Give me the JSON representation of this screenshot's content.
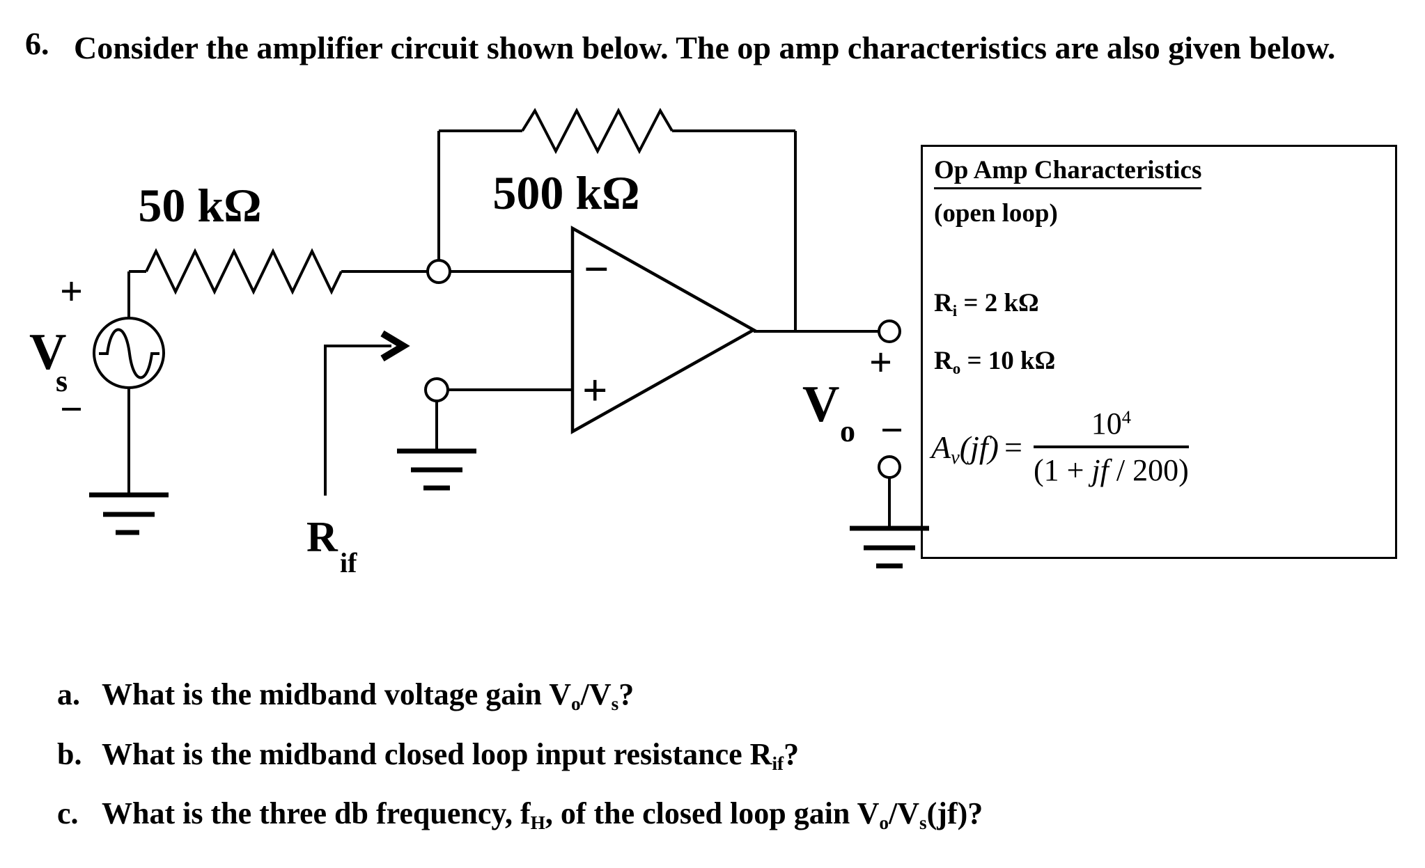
{
  "problem": {
    "number": "6.",
    "statement": "Consider the amplifier circuit shown below. The op amp characteristics are also given below."
  },
  "circuit": {
    "r_input_label": "50 kΩ",
    "r_feedback_label": "500 kΩ",
    "vs": {
      "plus": "+",
      "v": "V",
      "sub": "s",
      "minus": "−"
    },
    "rif": {
      "r": "R",
      "sub": "if"
    },
    "opamp": {
      "minus": "−",
      "plus": "+"
    },
    "vout": {
      "plus": "+",
      "v": "V",
      "sub": "o",
      "minus": "−"
    }
  },
  "box": {
    "title": "Op Amp Characteristics",
    "subtitle": "(open loop)",
    "ri": {
      "sym": "R",
      "sub": "i",
      "rest": " = 2 kΩ"
    },
    "ro": {
      "sym": "R",
      "sub": "o",
      "rest": " = 10 kΩ"
    },
    "formula": {
      "lhs_a": "A",
      "lhs_sub": "v",
      "lhs_rest": "(jf)",
      "eq": "=",
      "num_base": "10",
      "num_exp": "4",
      "den_pre": "(1 + ",
      "den_jf": "jf",
      "den_post": " / 200)"
    }
  },
  "questions": [
    {
      "label": "a.",
      "p0": "What is the midband voltage gain V",
      "s0": "o",
      "p1": "/V",
      "s1": "s",
      "p2": "?"
    },
    {
      "label": "b.",
      "p0": "What is the midband closed loop input resistance R",
      "s0": "if",
      "p1": "?"
    },
    {
      "label": "c.",
      "p0": "What is the three db frequency, f",
      "s0": "H",
      "p1": ", of the closed loop gain V",
      "s1": "o",
      "p2": "/V",
      "s2": "s",
      "p3": "(jf)?"
    }
  ]
}
